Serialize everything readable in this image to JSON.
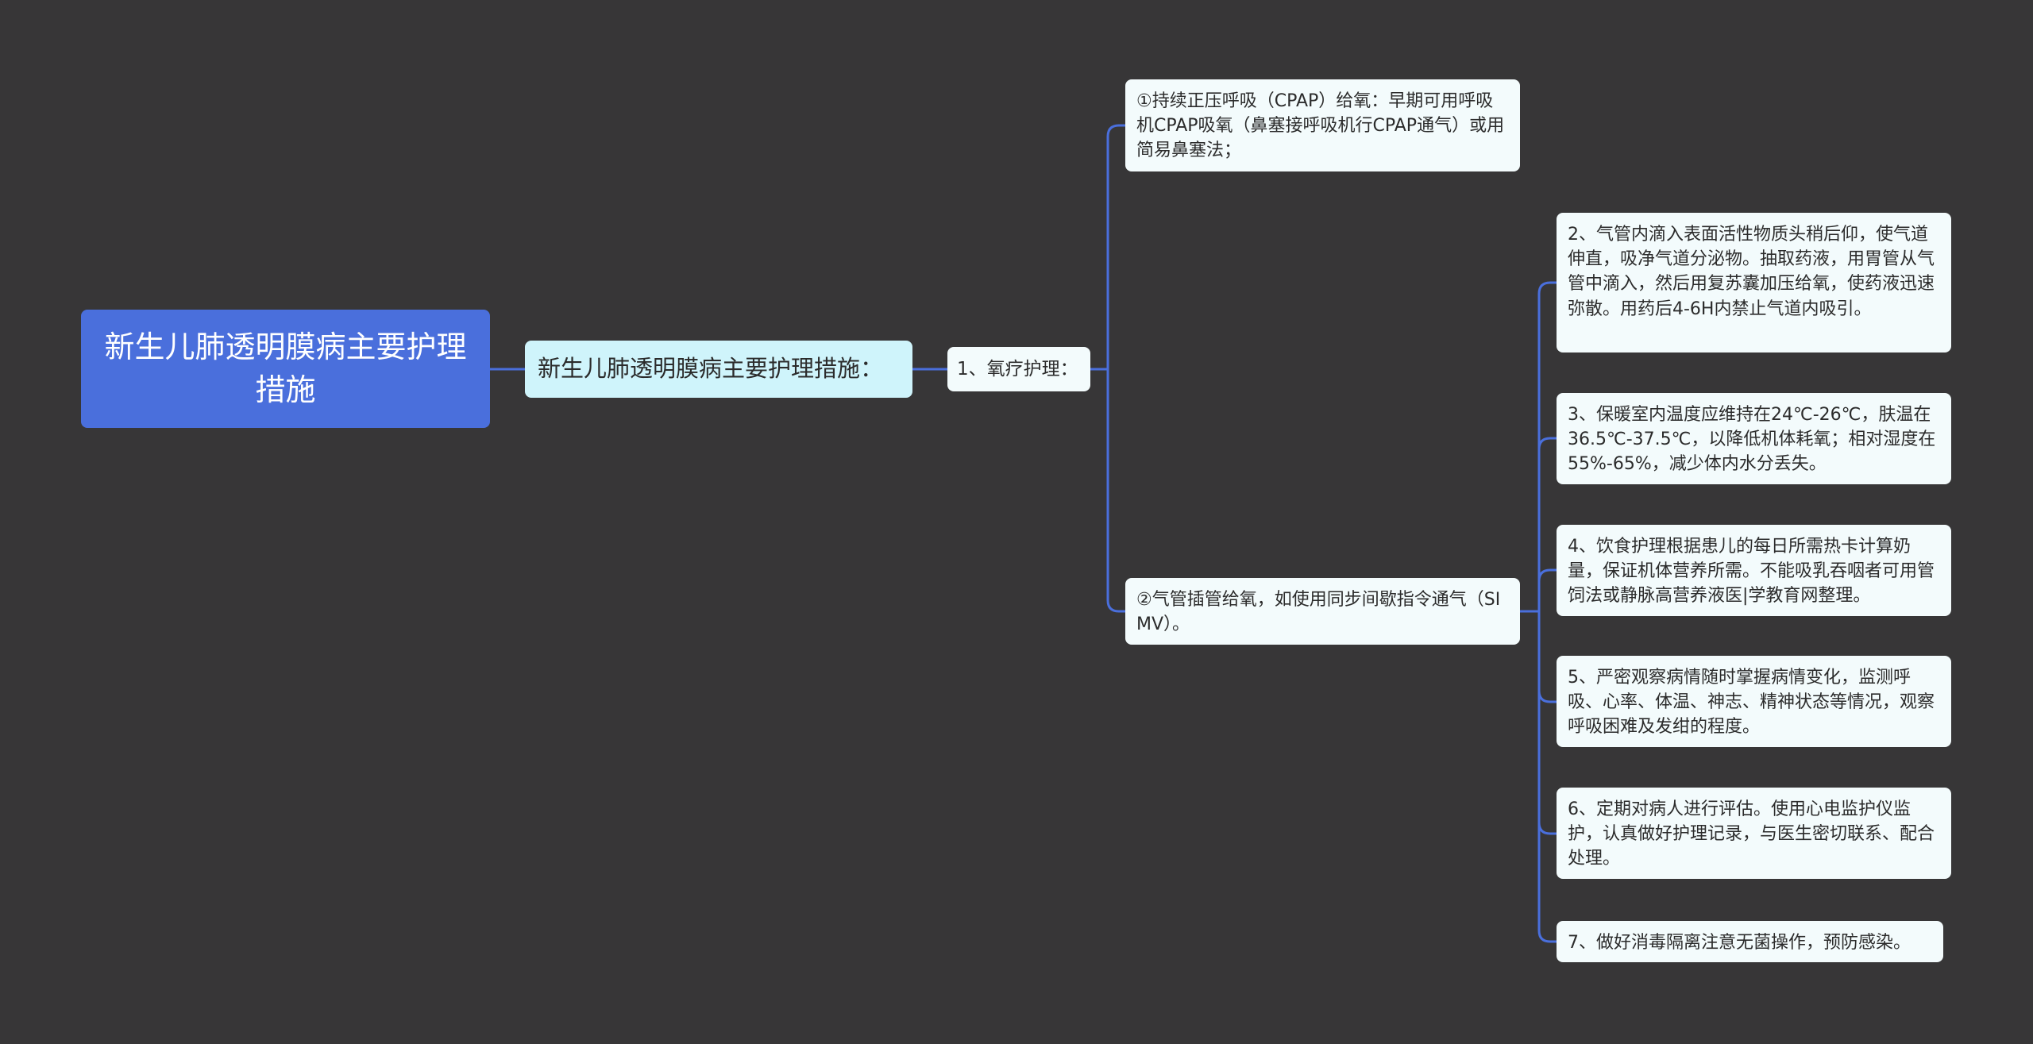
{
  "mindmap": {
    "root": "新生儿肺透明膜病主要护理措施",
    "level1": "新生儿肺透明膜病主要护理措施：",
    "level2": "1、氧疗护理：",
    "oxygen_methods": [
      "①持续正压呼吸（CPAP）给氧：早期可用呼吸机CPAP吸氧（鼻塞接呼吸机行CPAP通气）或用简易鼻塞法；",
      "②气管插管给氧，如使用同步间歇指令通气（SIMV）。"
    ],
    "care_items": [
      "2、气管内滴入表面活性物质头稍后仰，使气道伸直，吸净气道分泌物。抽取药液，用胃管从气管中滴入，然后用复苏囊加压给氧，使药液迅速弥散。用药后4-6H内禁止气道内吸引。",
      "3、保暖室内温度应维持在24℃-26℃，肤温在36.5℃-37.5℃，以降低机体耗氧；相对湿度在55%-65%，减少体内水分丢失。",
      "4、饮食护理根据患儿的每日所需热卡计算奶量，保证机体营养所需。不能吸乳吞咽者可用管饲法或静脉高营养液医|学教育网整理。",
      "5、严密观察病情随时掌握病情变化，监测呼吸、心率、体温、神志、精神状态等情况，观察呼吸困难及发绀的程度。",
      "6、定期对病人进行评估。使用心电监护仪监护，认真做好护理记录，与医生密切联系、配合处理。",
      "7、做好消毒隔离注意无菌操作，预防感染。"
    ]
  },
  "colors": {
    "background": "#373637",
    "root_fill": "#4a6fdc",
    "level1_fill": "#cff4fb",
    "node_fill": "#f3fbfc",
    "connector": "#4a6fdc"
  }
}
